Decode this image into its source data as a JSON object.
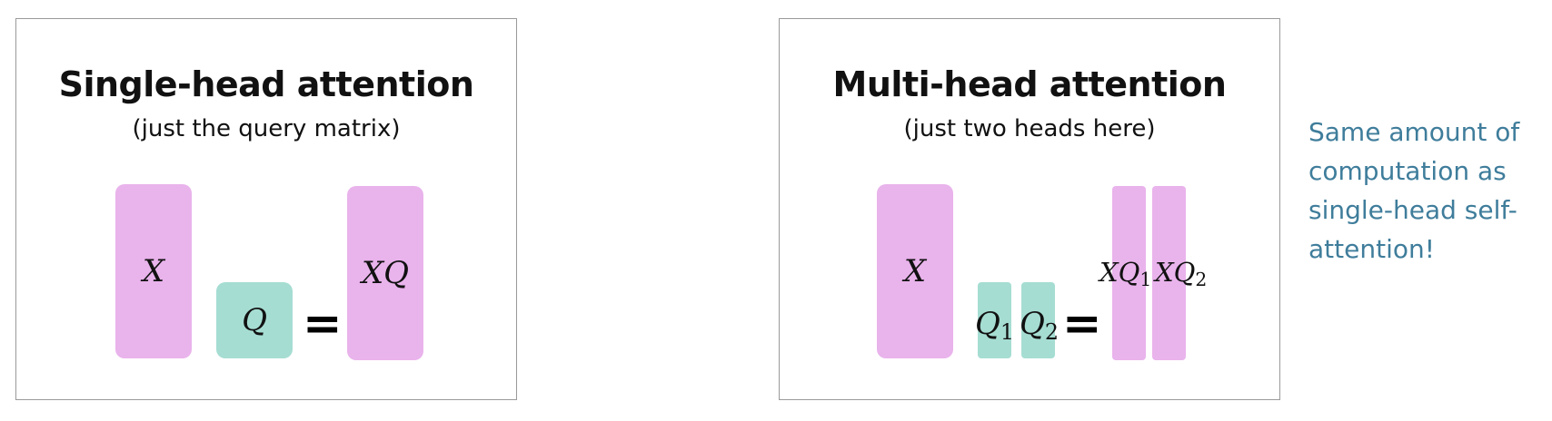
{
  "single": {
    "title": "Single-head attention",
    "subtitle": "(just the query matrix)",
    "x_label": "X",
    "q_label": "Q",
    "equals": "=",
    "result_label": "XQ"
  },
  "multi": {
    "title": "Multi-head attention",
    "subtitle": "(just two heads here)",
    "x_label": "X",
    "q1_base": "Q",
    "q1_sub": "1",
    "q2_base": "Q",
    "q2_sub": "2",
    "equals": "=",
    "r1_base": "XQ",
    "r1_sub": "1",
    "r2_base": "XQ",
    "r2_sub": "2"
  },
  "note": {
    "line1": "Same amount of",
    "line2": "computation as",
    "line3": "single-head self-",
    "line4": "attention!"
  },
  "colors": {
    "matrix_pink": "#e9b3ec",
    "matrix_teal": "#a6ddd3",
    "note_text": "#3f7d9b"
  }
}
